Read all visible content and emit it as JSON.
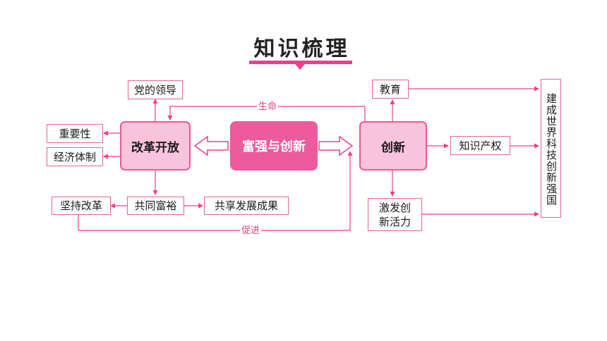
{
  "title": "知识梳理",
  "center": "富强与创新",
  "reform": {
    "label": "改革开放",
    "top": "党的领导",
    "left1": "重要性",
    "left2": "经济体制",
    "bottom": "共同富裕",
    "bottom_left": "坚持改革",
    "bottom_right": "共享发展成果"
  },
  "innovation": {
    "label": "创新",
    "top": "教育",
    "right": "知识产权",
    "bottom_line1": "激发创",
    "bottom_line2": "新活力"
  },
  "goal": "建成世界科技创新强国",
  "edges": {
    "shengming": "生命",
    "cujin": "促进"
  },
  "colors": {
    "accent": "#e8418a",
    "box_fill": "#f9c3dc",
    "center_fill": "#ec5b9b"
  }
}
